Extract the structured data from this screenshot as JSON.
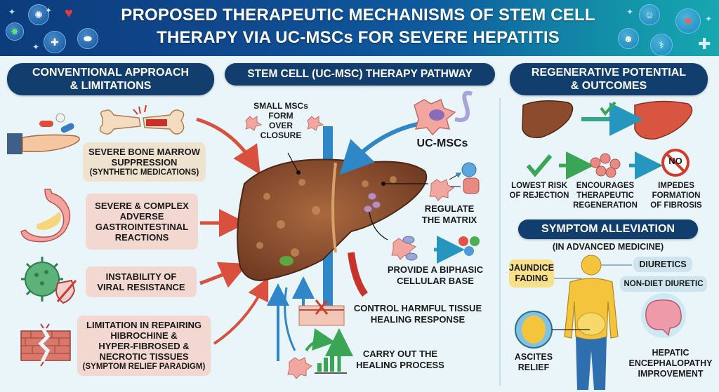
{
  "header": {
    "title_line1": "PROPOSED THERAPEUTIC MECHANISMS OF STEM CELL",
    "title_line2": "THERAPY VIA UC-MSCs FOR SEVERE HEPATITIS",
    "left_icons": [
      "virus-icon",
      "heart-icon",
      "bacteria-icon",
      "first-aid-kit-icon",
      "pill-icon"
    ],
    "right_icons": [
      "person-icon",
      "heart-icon",
      "brain-head-icon",
      "stethoscope-icon",
      "plus-icon"
    ],
    "gradient_start": "#0d3c7c",
    "gradient_end": "#17a7b0"
  },
  "left": {
    "title_line1": "CONVENTIONAL APPROACH",
    "title_line2": "& LIMITATIONS",
    "items": [
      {
        "lines": [
          "SEVERE BONE MARROW",
          "SUPPRESSION"
        ],
        "sub": "(SYNTHETIC MEDICATIONS)",
        "icon": "broken-bone-icon",
        "icon2": "hand-pills-icon"
      },
      {
        "lines": [
          "SEVERE & COMPLEX",
          "ADVERSE",
          "GASTROINTESTINAL",
          "REACTIONS"
        ],
        "sub": "",
        "icon": "stomach-icon"
      },
      {
        "lines": [
          "INSTABILITY OF",
          "VIRAL RESISTANCE"
        ],
        "sub": "",
        "icon": "virus-shield-icon"
      },
      {
        "lines": [
          "LIMITATION IN REPAIRING",
          "HIBROCHINE &",
          "HYPER-FIBROSED &",
          "NECROTIC TISSUES"
        ],
        "sub": "(SYMPTOM RELIEF PARADIGM)",
        "icon": "cracked-tissue-icon"
      }
    ]
  },
  "middle": {
    "title": "STEM CELL (UC-MSC) THERAPY PATHWAY",
    "small_mscs": [
      "SMALL MSCs",
      "FORM",
      "OVER",
      "CLOSURE"
    ],
    "uc_mscs": "UC-MSCs",
    "regulate": [
      "REGULATE",
      "THE MATRIX"
    ],
    "biphasic": [
      "PROVIDE A BIPHASIC",
      "CELLULAR BASE"
    ],
    "control": [
      "CONTROL HARMFUL TISSUE",
      "HEALING RESPONSE"
    ],
    "carry": [
      "CARRY OUT THE",
      "HEALING PROCESS"
    ]
  },
  "right": {
    "title_line1": "REGENERATIVE POTENTIAL",
    "title_line2": "& OUTCOMES",
    "outcomes": [
      {
        "lines": [
          "LOWEST RISK",
          "OF REJECTION"
        ],
        "icon": "checkmark-icon"
      },
      {
        "lines": [
          "ENCOURAGES",
          "THERAPEUTIC",
          "REGENERATION"
        ],
        "icon": "cell-cluster-icon"
      },
      {
        "lines": [
          "IMPEDES",
          "FORMATION",
          "OF FIBROSIS"
        ],
        "icon": "no-sign-icon"
      }
    ],
    "no_sign_text": "NO",
    "symptom_title": "SYMPTOM ALLEVIATION",
    "symptom_subtitle": "(IN ADVANCED MEDICINE)",
    "jaundice": [
      "JAUNDICE",
      "FADING"
    ],
    "diuretics": "DIURETICS",
    "non_diet": "NON-DIET DIURETIC",
    "ascites": [
      "ASCITES",
      "RELIEF"
    ],
    "hepatic": [
      "HEPATIC",
      "ENCEPHALOPATHY",
      "IMPROVEMENT"
    ]
  },
  "colors": {
    "navy": "#123e6e",
    "tan_box": "#efe2cf",
    "pink_box": "#f3d8d2",
    "red_arrow": "#d9503f",
    "blue_arrow": "#2f86c9",
    "green": "#3aa655",
    "liver": "#8b4a2b"
  }
}
